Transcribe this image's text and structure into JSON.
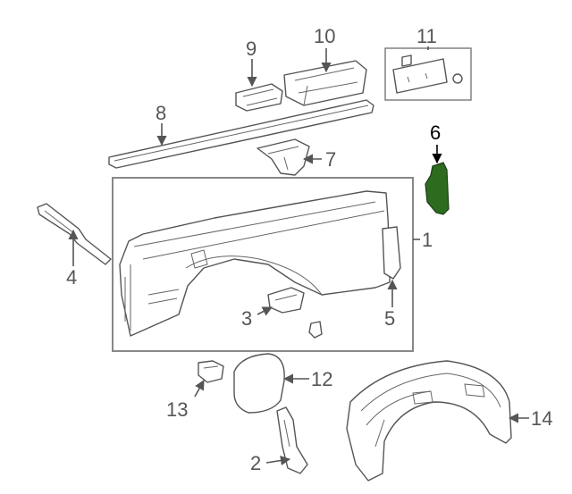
{
  "diagram": {
    "highlight_color": "#2d6b1f",
    "callouts": [
      {
        "id": "1",
        "label": "1"
      },
      {
        "id": "2",
        "label": "2"
      },
      {
        "id": "3",
        "label": "3"
      },
      {
        "id": "4",
        "label": "4"
      },
      {
        "id": "5",
        "label": "5"
      },
      {
        "id": "6",
        "label": "6"
      },
      {
        "id": "7",
        "label": "7"
      },
      {
        "id": "8",
        "label": "8"
      },
      {
        "id": "9",
        "label": "9"
      },
      {
        "id": "10",
        "label": "10"
      },
      {
        "id": "11",
        "label": "11"
      },
      {
        "id": "12",
        "label": "12"
      },
      {
        "id": "13",
        "label": "13"
      },
      {
        "id": "14",
        "label": "14"
      }
    ],
    "highlighted_part": "6"
  }
}
